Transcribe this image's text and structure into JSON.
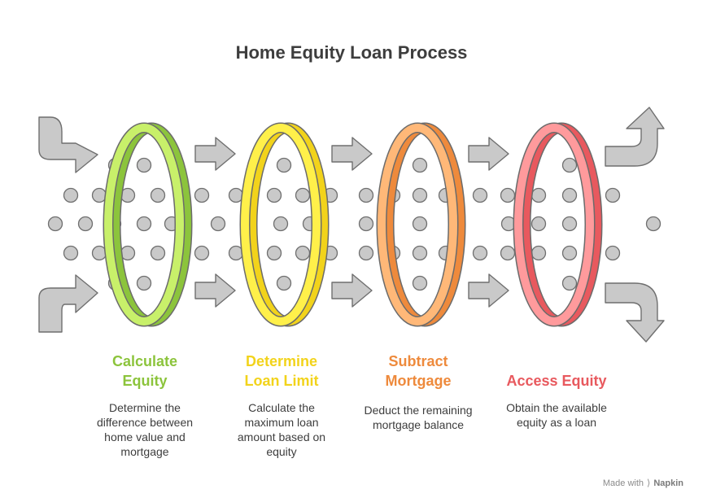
{
  "title": "Home Equity Loan Process",
  "steps": [
    {
      "title": "Calculate Equity",
      "description": "Determine the difference between home value and mortgage",
      "color": "#8cc43c",
      "fill_light": "#c8f06a"
    },
    {
      "title": "Determine Loan Limit",
      "description": "Calculate the maximum loan amount based on equity",
      "color": "#f2d31b",
      "fill_light": "#fff04a"
    },
    {
      "title": "Subtract Mortgage",
      "description": "Deduct the remaining mortgage balance",
      "color": "#ee8a3c",
      "fill_light": "#ffb878"
    },
    {
      "title": "Access Equity",
      "description": "Obtain the available equity as a loan",
      "color": "#e8595e",
      "fill_light": "#ff9a9c"
    }
  ],
  "footer": {
    "prefix": "Made with",
    "brand": "Napkin"
  }
}
